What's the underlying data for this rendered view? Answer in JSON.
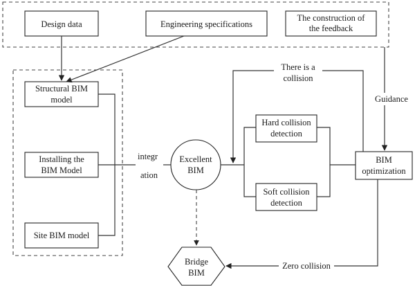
{
  "nodes": {
    "design_data": "Design data",
    "engineering_specifications": "Engineering specifications",
    "feedback_line1": "The construction of",
    "feedback_line2": "the feedback",
    "structural_line1": "Structural BIM",
    "structural_line2": "model",
    "installing_line1": "Installing the",
    "installing_line2": "BIM Model",
    "site_model": "Site BIM model",
    "excellent_line1": "Excellent",
    "excellent_line2": "BIM",
    "hard_line1": "Hard collision",
    "hard_line2": "detection",
    "soft_line1": "Soft collision",
    "soft_line2": "detection",
    "optimization_line1": "BIM",
    "optimization_line2": "optimization",
    "bridge_line1": "Bridge",
    "bridge_line2": "BIM"
  },
  "edge_labels": {
    "integration_part1": "integr",
    "integration_part2": "ation",
    "collision_line1": "There is a",
    "collision_line2": "collision",
    "guidance": "Guidance",
    "zero_collision": "Zero collision"
  }
}
